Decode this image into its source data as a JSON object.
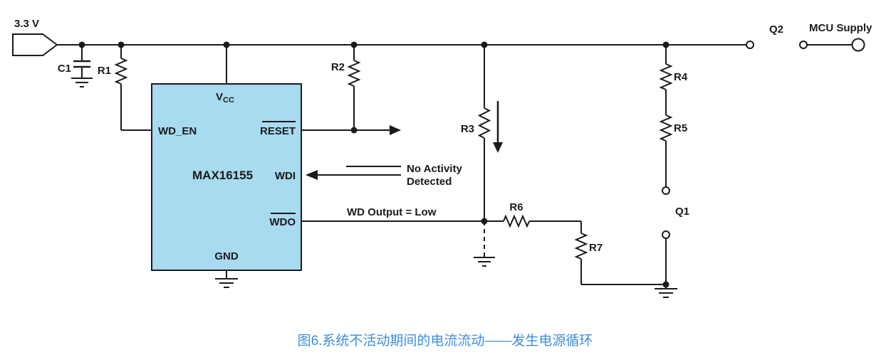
{
  "diagram": {
    "supply_label": "3.3 V",
    "chip": {
      "name": "MAX16155",
      "pins": {
        "vcc_main": "V",
        "vcc_sub": "CC",
        "wd_en": "WD_EN",
        "reset": "RESET",
        "wdi": "WDI",
        "wdo": "WDO",
        "gnd": "GND"
      }
    },
    "components": {
      "c1": "C1",
      "r1": "R1",
      "r2": "R2",
      "r3": "R3",
      "r4": "R4",
      "r5": "R5",
      "r6": "R6",
      "r7": "R7",
      "q1": "Q1",
      "q2": "Q2"
    },
    "annotations": {
      "no_activity_line1": "No Activity",
      "no_activity_line2": "Detected",
      "wd_output": "WD Output = Low",
      "mcu_supply": "MCU Supply"
    },
    "colors": {
      "chip_fill": "#a8daf0",
      "wire": "#1a1a1a",
      "caption": "#3e8ede"
    }
  },
  "caption": "图6.系统不活动期间的电流流动——发生电源循环"
}
